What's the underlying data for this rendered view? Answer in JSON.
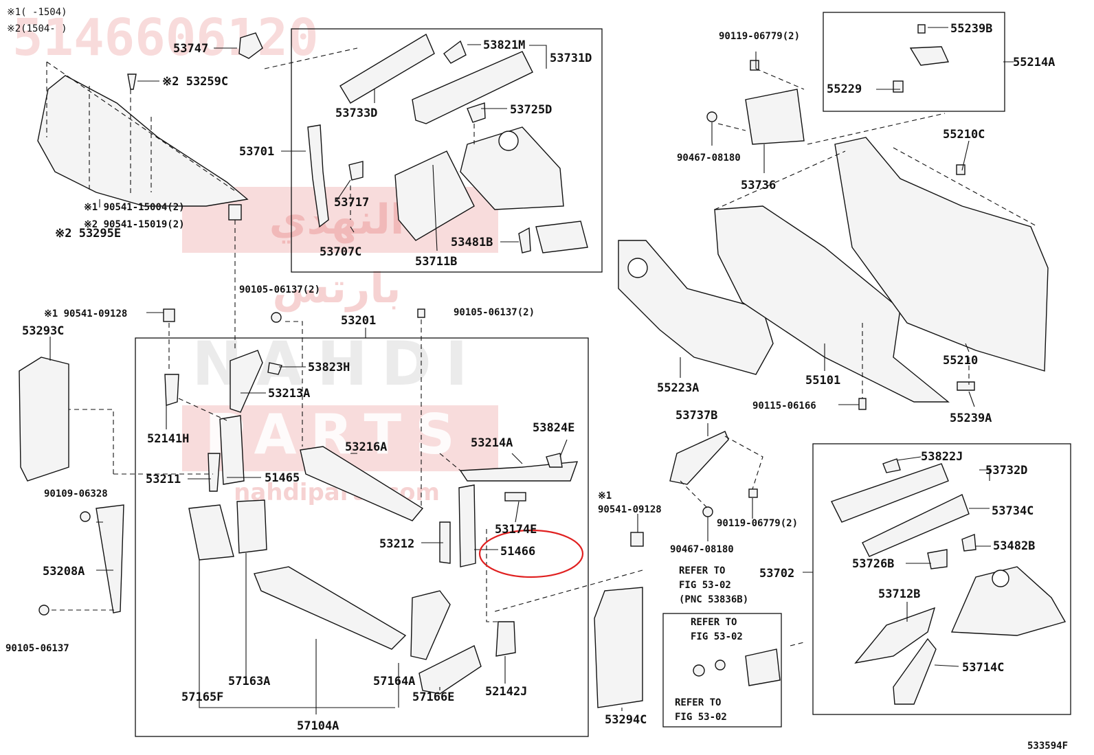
{
  "watermark": {
    "part_number": "5146606120",
    "brand_arabic_1": "النهدي",
    "brand_arabic_2": "بارتس",
    "brand_latin_1": "NAHDI",
    "brand_latin_2": "PARTS",
    "website": "nahdiparts.com"
  },
  "notes": {
    "note1": "※1(    -1504)",
    "note2": "※2(1504-    )"
  },
  "highlight_color": "#e02020",
  "labels": {
    "p53747": "53747",
    "p53259c": "※2 53259C",
    "p53295e": "※2 53295E",
    "p53821m": "53821M",
    "p53731d": "53731D",
    "p53733d": "53733D",
    "p53725d": "53725D",
    "p53701": "53701",
    "p53717": "53717",
    "p53707c": "53707C",
    "p53711b": "53711B",
    "p53481b": "53481B",
    "p90541_15004": "※1 90541-15004(2)",
    "p90541_15019": "※2 90541-15019(2)",
    "p90105_06137a": "90105-06137(2)",
    "p90105_06137b": "90105-06137(2)",
    "p90541_09128a": "※1 90541-09128",
    "p53293c": "53293C",
    "p53201": "53201",
    "p53823h": "53823H",
    "p53213a": "53213A",
    "p52141h": "52141H",
    "p53211": "53211",
    "p51465": "51465",
    "p53216a": "53216A",
    "p53214a": "53214A",
    "p53824e": "53824E",
    "p90109_06328": "90109-06328",
    "p53208a": "53208A",
    "p90105_06137c": "90105-06137",
    "p53174e": "53174E",
    "p53212": "53212",
    "p51466": "51466",
    "p57165f": "57165F",
    "p57163a": "57163A",
    "p57164a": "57164A",
    "p57166e": "57166E",
    "p52142j": "52142J",
    "p57104a": "57104A",
    "p90119_06779a": "90119-06779(2)",
    "p55239b": "55239B",
    "p55214a": "55214A",
    "p55229": "55229",
    "p90467_08180a": "90467-08180",
    "p53736": "53736",
    "p55210c": "55210C",
    "p55223a": "55223A",
    "p55101": "55101",
    "p55210": "55210",
    "p90115_06166": "90115-06166",
    "p55239a": "55239A",
    "p53737b": "53737B",
    "p90541_09128b_mark": "※1",
    "p90541_09128b": "90541-09128",
    "p90119_06779b": "90119-06779(2)",
    "p90467_08180b": "90467-08180",
    "p53294c": "53294C",
    "p53822j": "53822J",
    "p53732d": "53732D",
    "p53734c": "53734C",
    "p53482b": "53482B",
    "p53702": "53702",
    "p53726b": "53726B",
    "p53712b": "53712B",
    "p53714c": "53714C",
    "fig_code": "533594F"
  },
  "refer": {
    "r1_l1": "REFER TO",
    "r1_l2": "FIG 53-02",
    "r1_l3": "(PNC 53836B)",
    "r2_l1": "REFER TO",
    "r2_l2": "FIG 53-02",
    "r3_l1": "REFER TO",
    "r3_l2": "FIG 53-02"
  }
}
